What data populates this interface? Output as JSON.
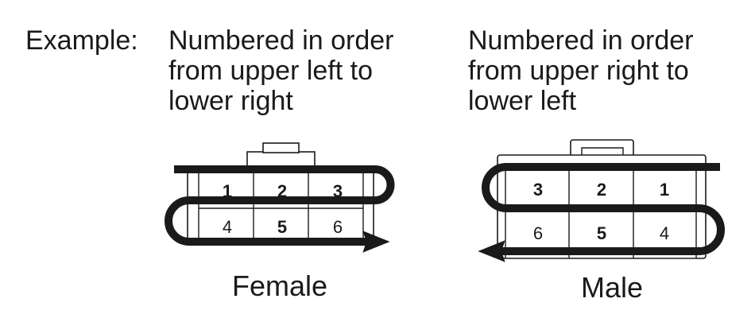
{
  "example_label": "Example:",
  "female": {
    "description": [
      "Numbered in order",
      "from upper left to",
      "lower right"
    ],
    "caption": "Female",
    "pins_top": [
      "1",
      "2",
      "3"
    ],
    "pins_bottom": [
      "4",
      "5",
      "6"
    ]
  },
  "male": {
    "description": [
      "Numbered in order",
      "from upper right to",
      "lower left"
    ],
    "caption": "Male",
    "pins_top": [
      "3",
      "2",
      "1"
    ],
    "pins_bottom": [
      "6",
      "5",
      "4"
    ]
  },
  "colors": {
    "ink": "#1a1a1a",
    "background": "#ffffff"
  }
}
